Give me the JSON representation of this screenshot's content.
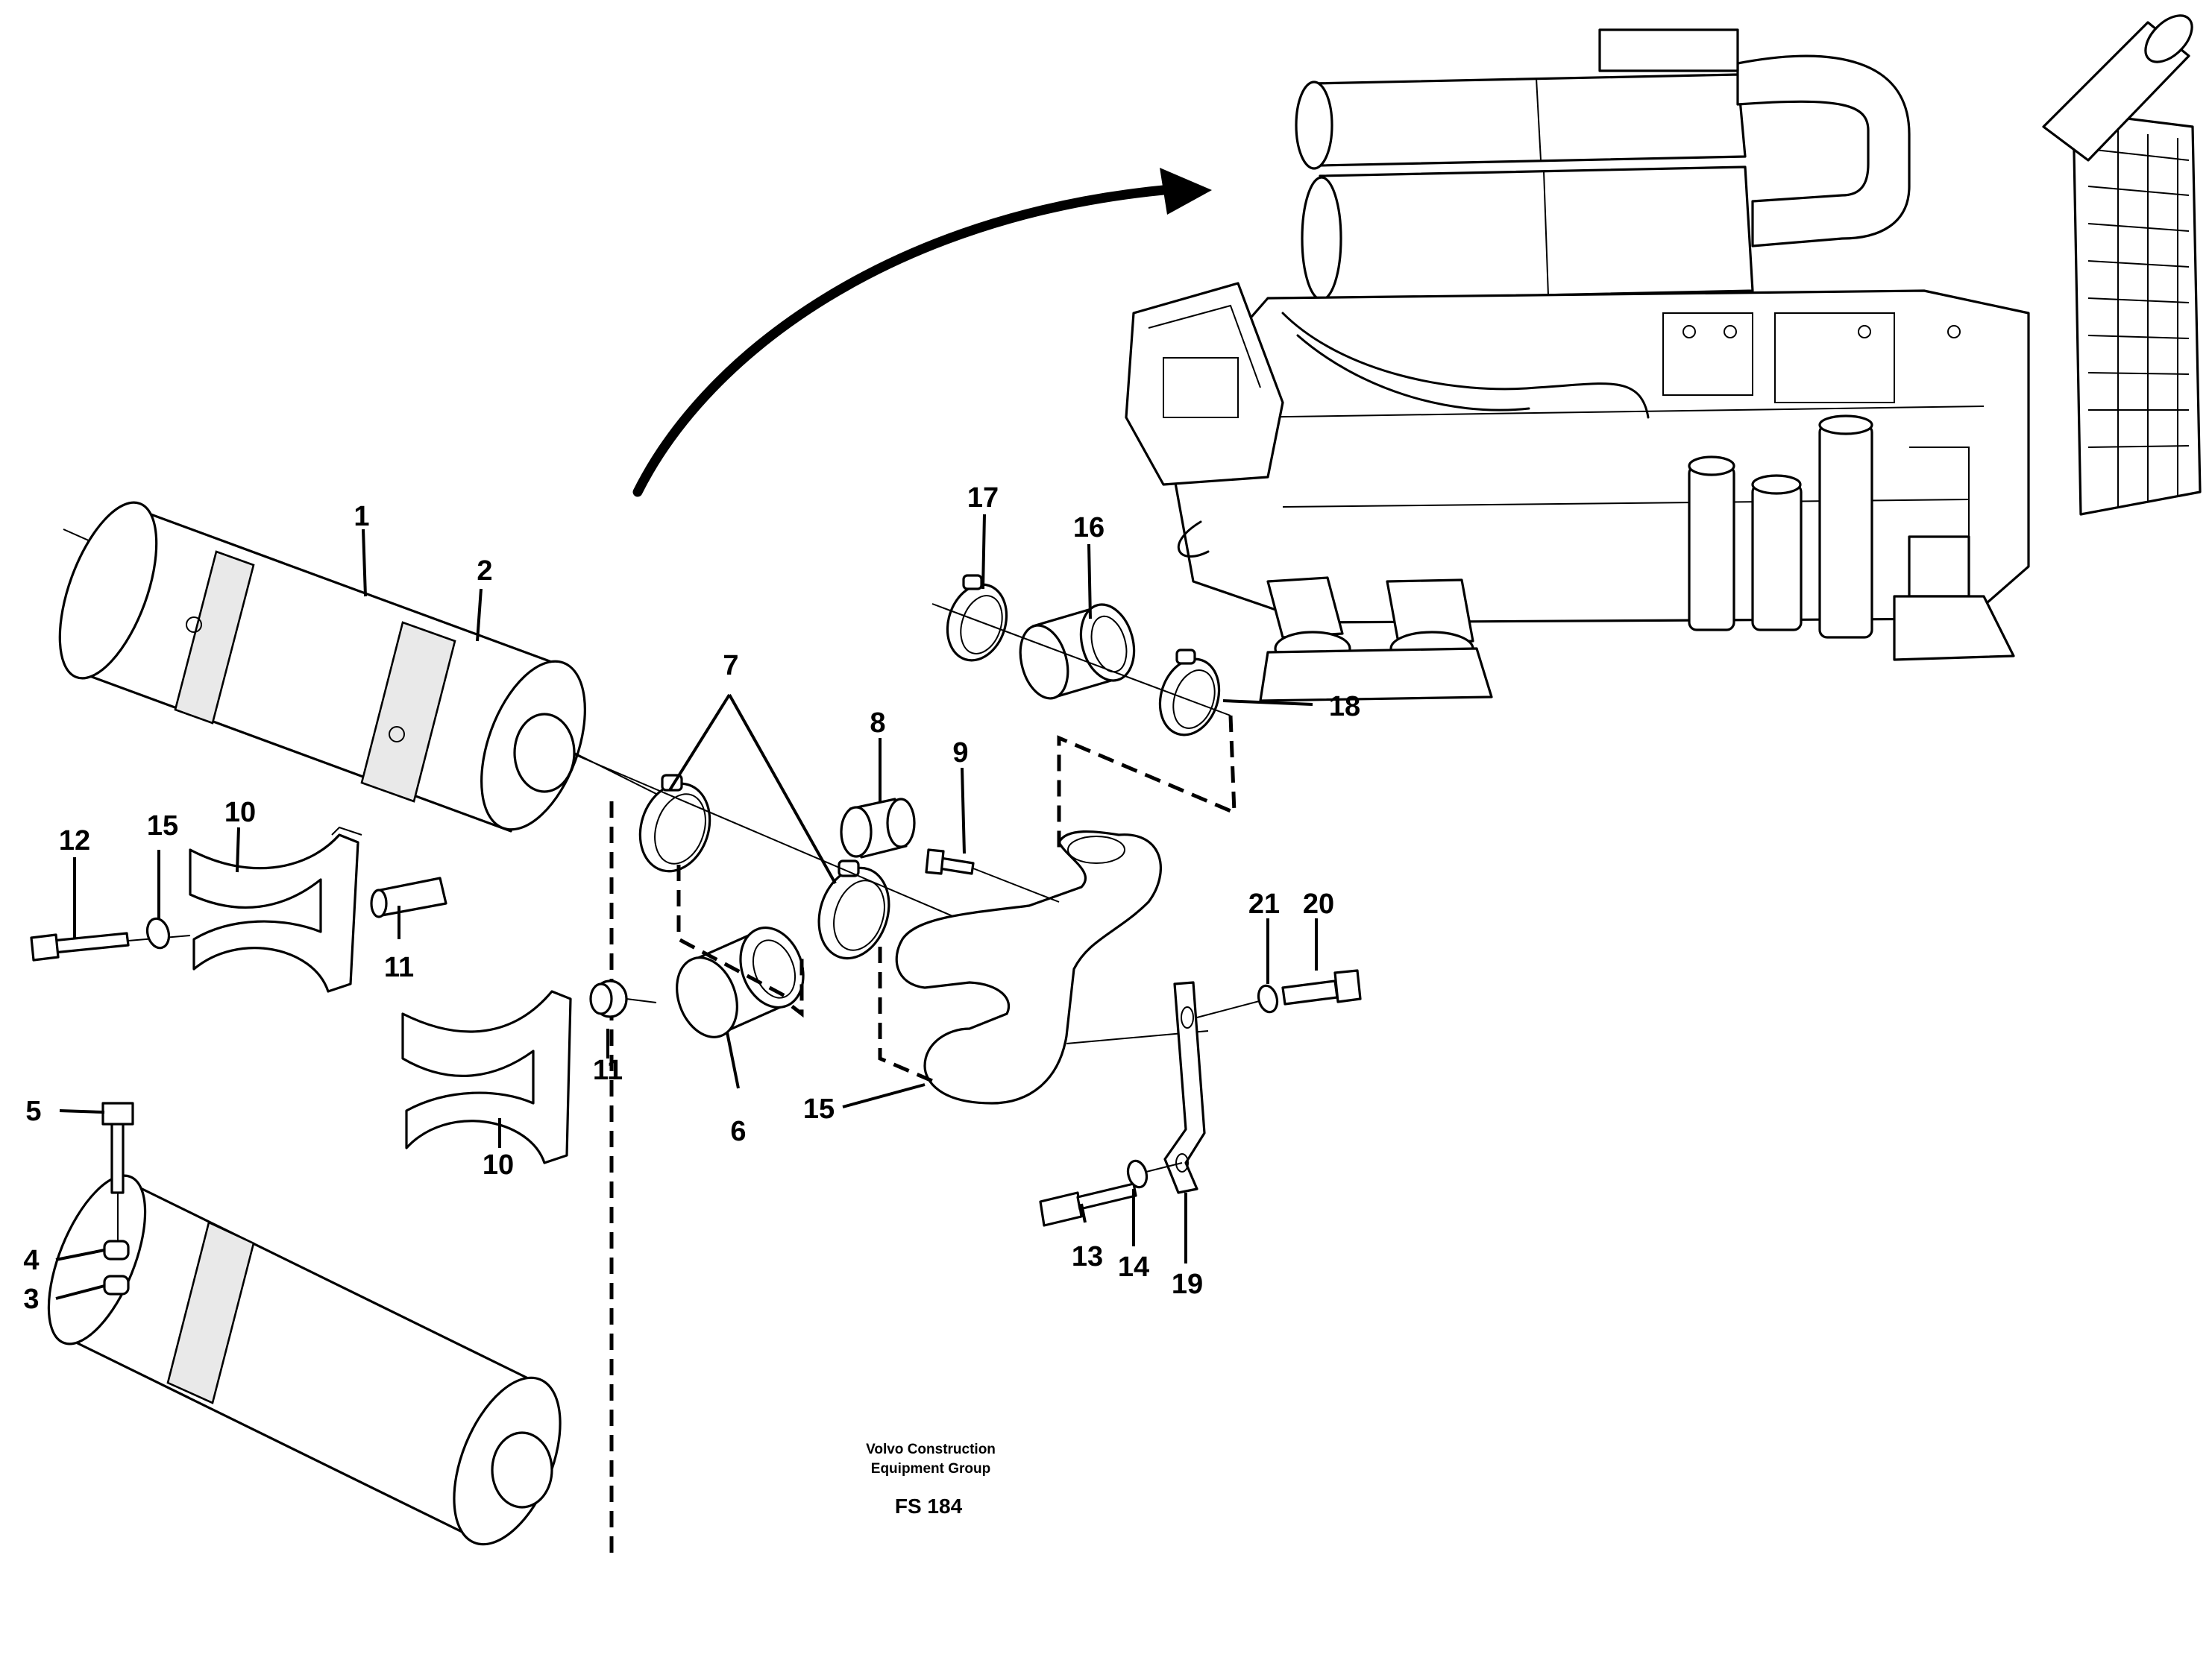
{
  "callouts": {
    "c1": "1",
    "c2": "2",
    "c3": "3",
    "c4": "4",
    "c5": "5",
    "c6": "6",
    "c7": "7",
    "c8": "8",
    "c9": "9",
    "c10a": "10",
    "c10b": "10",
    "c11a": "11",
    "c11b": "11",
    "c12": "12",
    "c13": "13",
    "c14": "14",
    "c15a": "15",
    "c15b": "15",
    "c16": "16",
    "c17": "17",
    "c18": "18",
    "c19": "19",
    "c20": "20",
    "c21": "21"
  },
  "footer": {
    "company_line1": "Volvo Construction",
    "company_line2": "Equipment Group",
    "figure_code": "FS 184"
  }
}
